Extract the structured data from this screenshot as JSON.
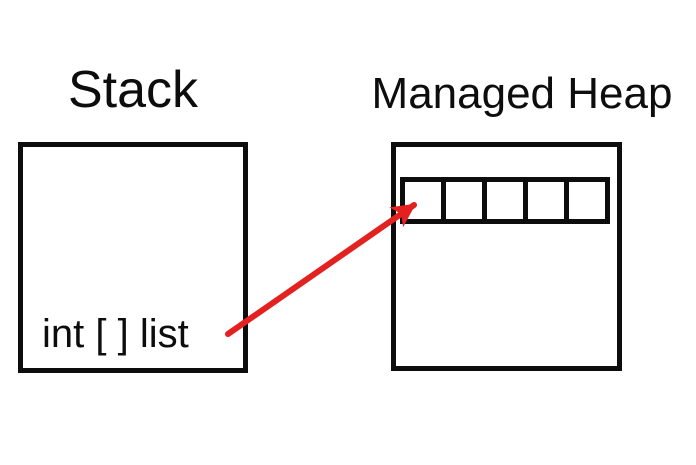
{
  "colors": {
    "ink": "#0d0d0d",
    "accent": "#e32121",
    "background": "#ffffff"
  },
  "stack": {
    "title": "Stack",
    "variable": "int [ ] list"
  },
  "heap": {
    "title": "Managed Heap",
    "array": {
      "cell_count": 5,
      "cells": [
        "",
        "",
        "",
        "",
        ""
      ]
    }
  },
  "arrow": {
    "color": "#e32121",
    "style": "solid"
  }
}
